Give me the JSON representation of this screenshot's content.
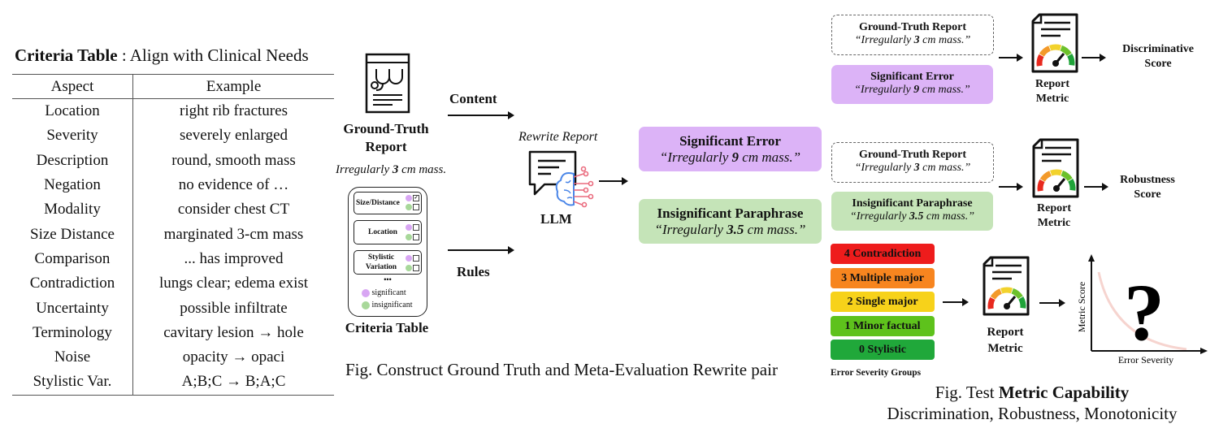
{
  "criteria_table": {
    "title_bold": "Criteria Table",
    "title_rest": " : Align with Clinical Needs",
    "headers": [
      "Aspect",
      "Example"
    ],
    "rows": [
      {
        "aspect": "Location",
        "example": "right rib fractures"
      },
      {
        "aspect": "Severity",
        "example": "severely enlarged"
      },
      {
        "aspect": "Description",
        "example": "round, smooth mass"
      },
      {
        "aspect": "Negation",
        "example": "no evidence of …"
      },
      {
        "aspect": "Modality",
        "example": "consider chest CT"
      },
      {
        "aspect": "Size Distance",
        "example": "marginated 3-cm mass"
      },
      {
        "aspect": "Comparison",
        "example": "... has improved"
      },
      {
        "aspect": "Contradiction",
        "example": "lungs clear; edema exist"
      },
      {
        "aspect": "Uncertainty",
        "example": "possible infiltrate"
      },
      {
        "aspect": "Terminology",
        "example": "cavitary lesion → hole"
      },
      {
        "aspect": "Noise",
        "example": "opacity → opaci"
      },
      {
        "aspect": "Stylistic Var.",
        "example": "A;B;C → B;A;C"
      }
    ]
  },
  "construct": {
    "gt_icon": "medical-report-stethoscope-icon",
    "gt_label_line1": "Ground-Truth",
    "gt_label_line2": "Report",
    "gt_example_pre": "Irregularly ",
    "gt_example_num": "3",
    "gt_example_post": " cm mass.",
    "content_label": "Content",
    "rules_label": "Rules",
    "criteria_card": {
      "rows": [
        {
          "label": "Size/Distance",
          "significant_checked": true,
          "insignificant_checked": false
        },
        {
          "label": "Location",
          "significant_checked": false,
          "insignificant_checked": false
        },
        {
          "label_line1": "Stylistic",
          "label_line2": "Variation",
          "significant_checked": false,
          "insignificant_checked": false
        }
      ],
      "ellipsis": "•••",
      "legend_significant": "significant",
      "legend_insignificant": "insignificant",
      "caption": "Criteria Table"
    },
    "rewrite_label": "Rewrite Report",
    "llm_icon": "chat-brain-llm-icon",
    "llm_label": "LLM",
    "significant_error": {
      "title": "Significant Error",
      "q_pre": "“Irregularly ",
      "q_num": "9",
      "q_post": " cm mass.”"
    },
    "insignificant_paraphrase": {
      "title": "Insignificant Paraphrase",
      "q_pre": "“Irregularly ",
      "q_num": "3.5",
      "q_post": " cm mass.”"
    },
    "caption": "Fig. Construct Ground Truth and Meta-Evaluation Rewrite pair"
  },
  "capability": {
    "discrimination": {
      "gt_title": "Ground-Truth Report",
      "gt_q_pre": "“Irregularly ",
      "gt_q_num": "3",
      "gt_q_post": " cm mass.”",
      "pair_title": "Significant Error",
      "pair_q_pre": "“Irregularly ",
      "pair_q_num": "9",
      "pair_q_post": " cm mass.”",
      "metric_line1": "Report",
      "metric_line2": "Metric",
      "score_line1": "Discriminative",
      "score_line2": "Score"
    },
    "robustness": {
      "gt_title": "Ground-Truth Report",
      "gt_q_pre": "“Irregularly ",
      "gt_q_num": "3",
      "gt_q_post": " cm mass.”",
      "pair_title": "Insignificant Paraphrase",
      "pair_q_pre": "“Irregularly ",
      "pair_q_num": "3.5",
      "pair_q_post": " cm mass.”",
      "metric_line1": "Report",
      "metric_line2": "Metric",
      "score_line1": "Robustness",
      "score_line2": "Score"
    },
    "monotonicity": {
      "severity_groups": [
        {
          "label": "4 Contradiction",
          "color": "#ee1c1c"
        },
        {
          "label": "3 Multiple major",
          "color": "#f7851f"
        },
        {
          "label": "2 Single major",
          "color": "#f7d21a"
        },
        {
          "label": "1 Minor factual",
          "color": "#5ec21c"
        },
        {
          "label": "0 Stylistic",
          "color": "#20a83a"
        }
      ],
      "groups_caption": "Error Severity Groups",
      "metric_line1": "Report",
      "metric_line2": "Metric",
      "plot_ylabel": "Metric Score",
      "plot_xlabel": "Error Severity",
      "plot_symbol": "?"
    },
    "caption_pre": "Fig.  Test ",
    "caption_bold": "Metric Capability",
    "caption_line2": "Discrimination, Robustness, Monotonicity"
  },
  "colors": {
    "significant": "#dcb3f7",
    "insignificant": "#c5e4b8",
    "gauge": [
      "#e8291e",
      "#f39a2a",
      "#f2d22c",
      "#6cc12a",
      "#1fa339"
    ]
  }
}
